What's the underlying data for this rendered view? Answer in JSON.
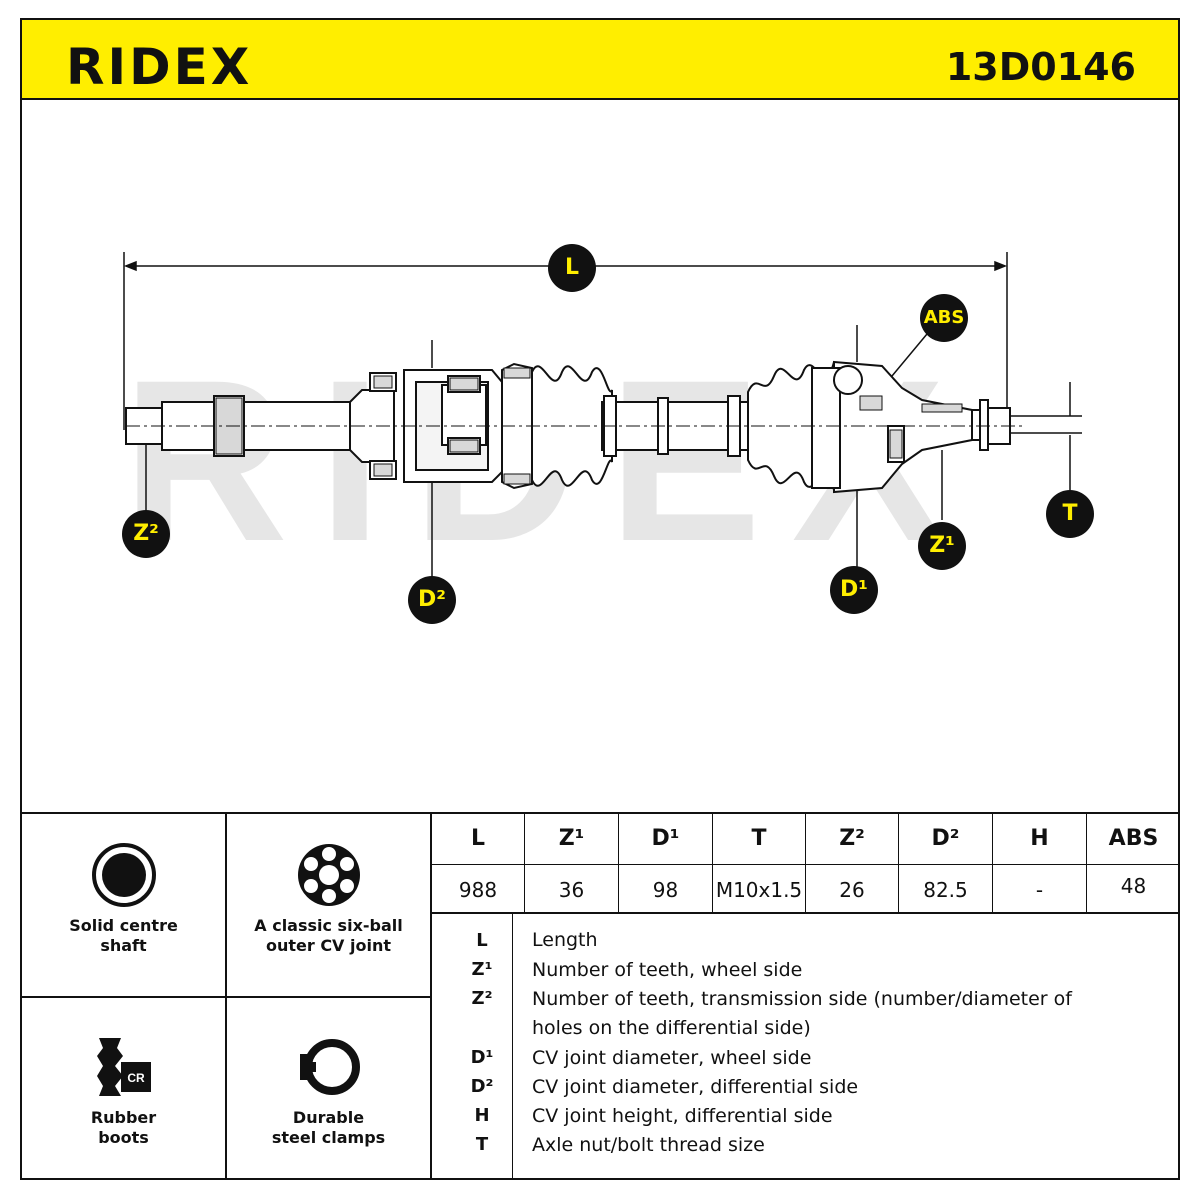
{
  "header": {
    "brand": "RIDEX",
    "part_number": "13D0146"
  },
  "drawing": {
    "watermark": "RIDEX",
    "labels": {
      "L": "L",
      "ABS": "ABS",
      "Z2": "Z²",
      "D2": "D²",
      "D1": "D¹",
      "Z1": "Z¹",
      "T": "T"
    }
  },
  "features": [
    {
      "label_line1": "Solid centre",
      "label_line2": "shaft",
      "icon": "solid-shaft-icon"
    },
    {
      "label_line1": "A classic six-ball",
      "label_line2": "outer CV joint",
      "icon": "six-ball-joint-icon"
    },
    {
      "label_line1": "Rubber",
      "label_line2": "boots",
      "icon": "rubber-boot-icon",
      "icon_text": "CR"
    },
    {
      "label_line1": "Durable",
      "label_line2": "steel clamps",
      "icon": "steel-clamp-icon"
    }
  ],
  "specs": {
    "headers": [
      "L",
      "Z¹",
      "D¹",
      "T",
      "Z²",
      "D²",
      "H",
      "ABS"
    ],
    "values": [
      "988",
      "36",
      "98",
      "M10x1.5",
      "26",
      "82.5",
      "-",
      "48"
    ]
  },
  "legend": [
    {
      "key": "L",
      "desc": "Length"
    },
    {
      "key": "Z¹",
      "desc": "Number of teeth, wheel side"
    },
    {
      "key": "Z²",
      "desc": "Number of teeth, transmission side (number/diameter of holes on the differential side)"
    },
    {
      "key": "D¹",
      "desc": "CV joint diameter, wheel side"
    },
    {
      "key": "D²",
      "desc": "CV joint diameter, differential side"
    },
    {
      "key": "H",
      "desc": "CV joint height, differential side"
    },
    {
      "key": "T",
      "desc": "Axle nut/bolt thread size"
    }
  ],
  "colors": {
    "accent": "#ffee00",
    "ink": "#111111",
    "watermark": "#e6e6e6"
  }
}
